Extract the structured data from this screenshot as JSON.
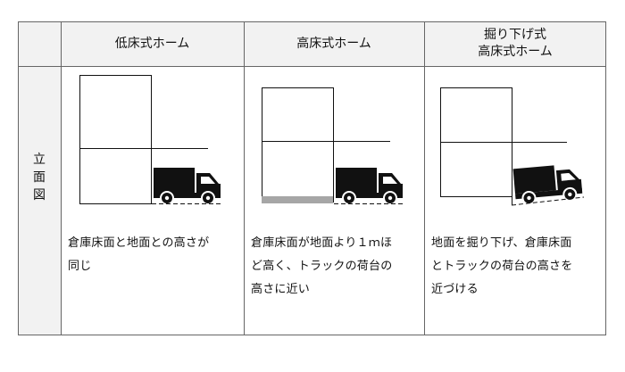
{
  "headers": {
    "col1": "低床式ホーム",
    "col2": "高床式ホーム",
    "col3_line1": "掘り下げ式",
    "col3_line2": "高床式ホーム"
  },
  "row_label": {
    "chars": [
      "立",
      "面",
      "図"
    ]
  },
  "descriptions": {
    "col1": [
      "倉庫床面と地面との高さが",
      "同じ"
    ],
    "col2": [
      "倉庫床面が地面より１ｍほ",
      "ど高く、トラックの荷台の",
      "高さに近い"
    ],
    "col3": [
      "地面を掘り下げ、倉庫床面",
      "とトラックの荷台の高さを",
      "近づける"
    ]
  },
  "colors": {
    "header_bg": "#f2f2f2",
    "border": "#666666",
    "raised_floor": "#a6a6a6",
    "truck": "#111111"
  }
}
